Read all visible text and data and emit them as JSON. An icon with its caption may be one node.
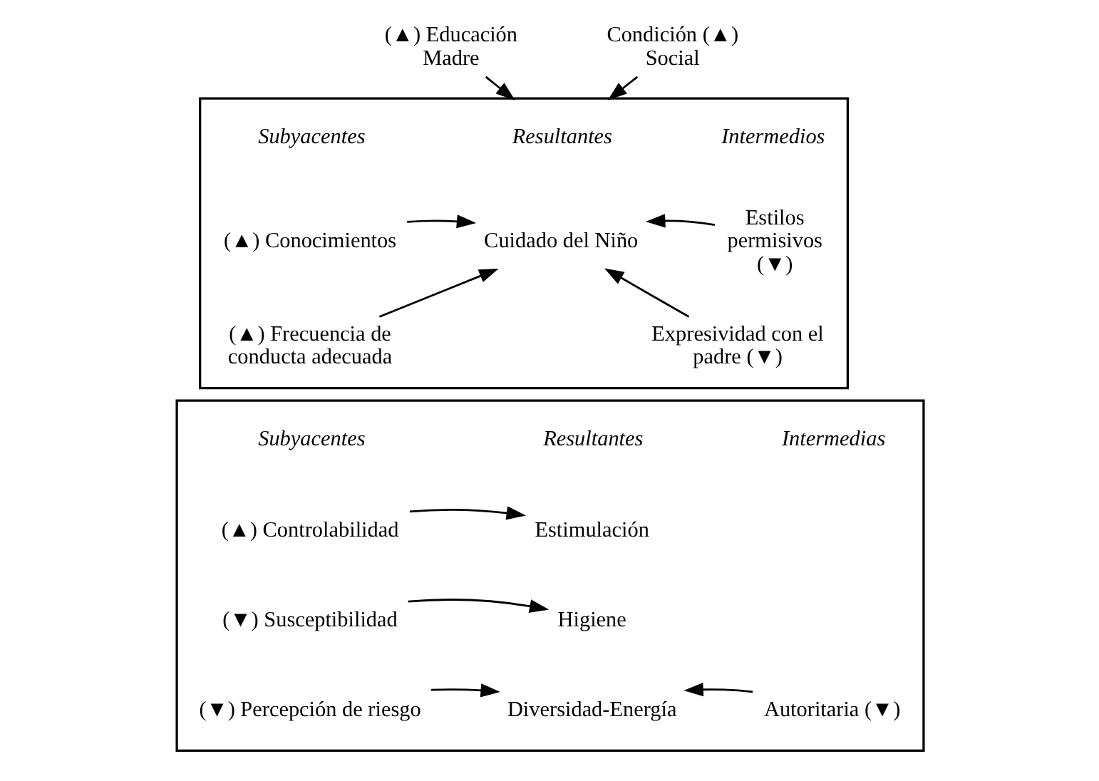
{
  "diagram": {
    "nodes": [
      {
        "text": [
          "(▲) Educación Madre"
        ]
      },
      {
        "text": [
          "Condición (▲) Social"
        ]
      },
      {
        "text": [],
        "shape": "box"
      },
      {
        "text": [
          "(▲) Conocimientos"
        ],
        "in": 2
      },
      {
        "text": [
          "Cuidado del Niño"
        ],
        "in": 2
      },
      {
        "text": [
          "Estilos permisivos (▼)"
        ],
        "in": 2
      },
      {
        "text": [
          "(▲) Frecuencia de conducta adecuada"
        ],
        "in": 2
      },
      {
        "text": [
          "Expresividad con el padre (▼)"
        ],
        "in": 2
      },
      {
        "text": [],
        "shape": "box"
      },
      {
        "text": [
          "(▲) Controlabilidad"
        ],
        "in": 8
      },
      {
        "text": [
          "Estimulación"
        ],
        "in": 8
      },
      {
        "text": [
          "(▼) Susceptibilidad"
        ],
        "in": 8
      },
      {
        "text": [
          "Higiene"
        ],
        "in": 8
      },
      {
        "text": [
          "(▼) Percepción de riesgo"
        ],
        "in": 8
      },
      {
        "text": [
          "Diversidad-Energía"
        ],
        "in": 8
      },
      {
        "text": [
          "Autoritaria (▼)"
        ],
        "in": 8
      }
    ],
    "edges": [
      {
        "from": 0,
        "to": 2,
        "arrow": "to"
      },
      {
        "from": 1,
        "to": 2,
        "arrow": "to"
      },
      {
        "from": 3,
        "to": 4,
        "arrow": "to"
      },
      {
        "from": 5,
        "to": 4,
        "arrow": "to"
      },
      {
        "from": 6,
        "to": 4,
        "arrow": "to"
      },
      {
        "from": 7,
        "to": 4,
        "arrow": "to"
      },
      {
        "from": 9,
        "to": 10,
        "arrow": "to"
      },
      {
        "from": 11,
        "to": 12,
        "arrow": "to"
      },
      {
        "from": 13,
        "to": 14,
        "arrow": "to"
      },
      {
        "from": 15,
        "to": 14,
        "arrow": "to"
      }
    ],
    "labels": [
      "Subyacentes",
      "Resultantes",
      "Intermedios",
      "Subyacentes",
      "Resultantes",
      "Intermedias"
    ]
  }
}
